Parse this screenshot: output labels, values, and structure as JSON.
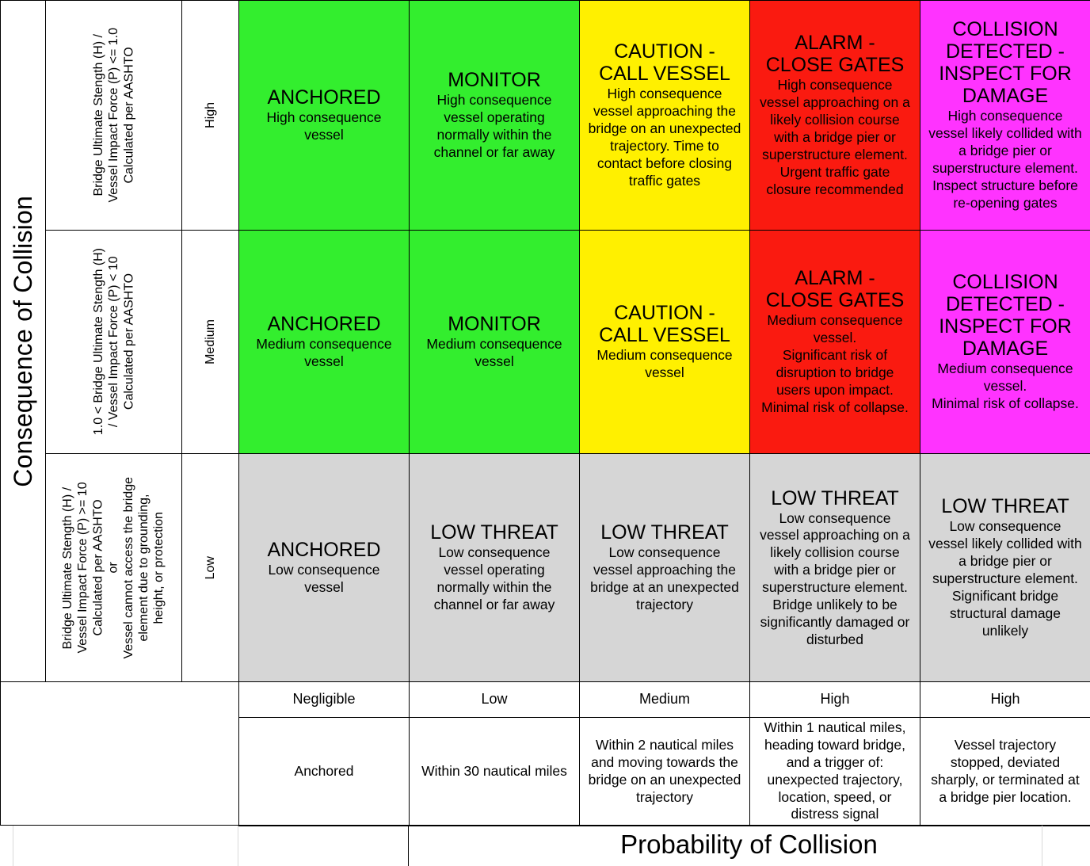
{
  "axis": {
    "y_title": "Consequence of Collision",
    "x_title": "Probability of Collision"
  },
  "consequence_rows": [
    {
      "level": "High",
      "criteria": "Bridge Ultimate Stength (H) /\nVessel Impact Force (P) <= 1.0\nCalculated per AASHTO"
    },
    {
      "level": "Medium",
      "criteria": "1.0 < Bridge Ultimate Stength (H)\n/ Vessel Impact Force (P) < 10\nCalculated per AASHTO"
    },
    {
      "level": "Low",
      "criteria": "Bridge Ultimate Stength (H) /\nVessel Impact Force (P) >= 10\nCalculated per AASHTO\nor\nVessel cannot access the bridge\nelement due to grounding,\nheight, or protection"
    }
  ],
  "probability_columns": [
    {
      "label": "Negligible",
      "description": "Anchored"
    },
    {
      "label": "Low",
      "description": "Within 30 nautical miles"
    },
    {
      "label": "Medium",
      "description": "Within 2 nautical miles\nand moving towards the\nbridge on an unexpected\ntrajectory"
    },
    {
      "label": "High",
      "description": "Within 1 nautical miles,\nheading toward bridge,\nand a trigger of:\nunexpected trajectory,\nlocation, speed, or\ndistress signal"
    },
    {
      "label": "High",
      "description": "Vessel trajectory\nstopped, deviated\nsharply, or terminated at\na bridge pier location."
    }
  ],
  "colors": {
    "green": "#33EE2E",
    "yellow": "#FFF000",
    "red": "#FA1A10",
    "magenta": "#FF33FF",
    "gray": "#D6D6D6",
    "white": "#FFFFFF",
    "border": "#000000"
  },
  "matrix": {
    "high": [
      {
        "fill": "green",
        "heading": "ANCHORED",
        "body": "High consequence\nvessel"
      },
      {
        "fill": "green",
        "heading": "MONITOR",
        "body": "High consequence\nvessel operating\nnormally within the\nchannel or far away"
      },
      {
        "fill": "yellow",
        "heading": "CAUTION -\nCALL VESSEL",
        "body": "High consequence\nvessel approaching the\nbridge on an unexpected\ntrajectory. Time to\ncontact before closing\ntraffic gates"
      },
      {
        "fill": "red",
        "heading": "ALARM -\nCLOSE GATES",
        "body": "High consequence\nvessel approaching on a\nlikely collision course\nwith a bridge pier or\nsuperstructure element.\nUrgent traffic gate\nclosure recommended"
      },
      {
        "fill": "magenta",
        "heading": "COLLISION\nDETECTED -\nINSPECT FOR\nDAMAGE",
        "body": "High consequence\nvessel likely collided with\na bridge pier or\nsuperstructure element.\nInspect structure before\nre-opening gates"
      }
    ],
    "medium": [
      {
        "fill": "green",
        "heading": "ANCHORED",
        "body": "Medium consequence\nvessel"
      },
      {
        "fill": "green",
        "heading": "MONITOR",
        "body": "Medium consequence\nvessel"
      },
      {
        "fill": "yellow",
        "heading": "CAUTION -\nCALL VESSEL",
        "body": "Medium consequence\nvessel"
      },
      {
        "fill": "red",
        "heading": "ALARM -\nCLOSE GATES",
        "body": "Medium consequence\nvessel.\nSignificant risk of\ndisruption to bridge\nusers upon impact.\nMinimal risk of collapse."
      },
      {
        "fill": "magenta",
        "heading": "COLLISION\nDETECTED -\nINSPECT FOR\nDAMAGE",
        "body": "Medium consequence\nvessel.\nMinimal risk of collapse."
      }
    ],
    "low": [
      {
        "fill": "gray",
        "heading": "ANCHORED",
        "body": "Low consequence\nvessel"
      },
      {
        "fill": "gray",
        "heading": "LOW THREAT",
        "body": "Low consequence\nvessel operating\nnormally within the\nchannel or far away"
      },
      {
        "fill": "gray",
        "heading": "LOW THREAT",
        "body": "Low consequence\nvessel approaching the\nbridge at an unexpected\ntrajectory"
      },
      {
        "fill": "gray",
        "heading": "LOW THREAT",
        "body": "Low consequence\nvessel approaching on a\nlikely collision course\nwith a bridge pier or\nsuperstructure element.\nBridge unlikely to be\nsignificantly damaged or\ndisturbed"
      },
      {
        "fill": "gray",
        "heading": "LOW THREAT",
        "body": "Low consequence\nvessel likely collided with\na bridge pier or\nsuperstructure element.\nSignificant bridge\nstructural damage\nunlikely"
      }
    ]
  }
}
